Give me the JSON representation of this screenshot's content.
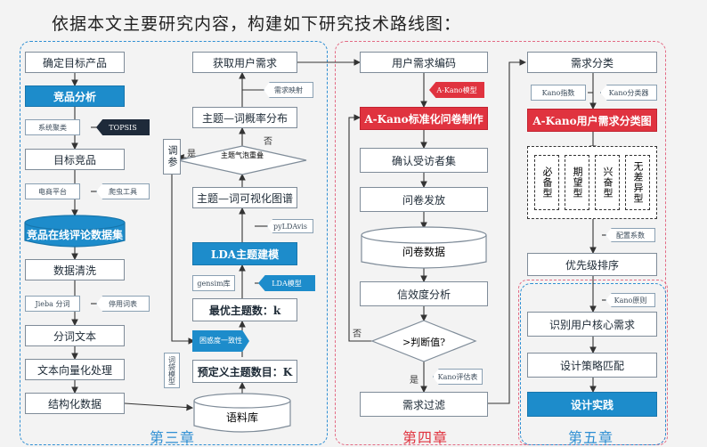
{
  "heading": "依据本文主要研究内容，构建如下研究技术路线图：",
  "chapters": {
    "ch3": "第三章",
    "ch4": "第四章",
    "ch5": "第五章"
  },
  "colors": {
    "blue": "#1d8ccb",
    "red": "#e0333f",
    "ch3": "#2f8fd3",
    "ch4": "#e36b84"
  },
  "col1": {
    "b1": "确定目标产品",
    "b2": "竞品分析",
    "t1": "系统聚类",
    "t2": "TOPSIS",
    "b3": "目标竞品",
    "t3": "电商平台",
    "t4": "爬虫工具",
    "b4": "竞品在线评论数据集",
    "b5": "数据清洗",
    "t5": "Jieba 分词",
    "t6": "停用词表",
    "b6": "分词文本",
    "b7": "文本向量化处理",
    "t7": "词袋模型",
    "b8": "结构化数据"
  },
  "col2": {
    "b1": "获取用户需求",
    "t1": "需求映射",
    "b2": "主题—词概率分布",
    "no": "否",
    "d1": "主题气泡重叠",
    "yes": "是",
    "adjust": "调参",
    "b3": "主题—词可视化图谱",
    "t2": "pyLDAvis",
    "b4": "LDA主题建模",
    "t3": "gensim库",
    "t4": "LDA模型",
    "b5": "最优主题数：k",
    "t5": "困惑度一致性",
    "b6": "预定义主题数目：K",
    "db": "语料库"
  },
  "col3": {
    "b1": "用户需求编码",
    "t1": "A-Kano模型",
    "b2": "A-Kano标准化问卷制作",
    "b3": "确认受访者集",
    "b4": "问卷发放",
    "db": "问卷数据",
    "b5": "信效度分析",
    "no": "否",
    "d1": ">判断值?",
    "yes": "是",
    "t2": "Kano评估表",
    "b6": "需求过滤"
  },
  "col4": {
    "b1": "需求分类",
    "t1": "Kano指数",
    "t2": "Kano分类器",
    "b2": "A-Kano用户需求分类图",
    "types": [
      "必备型",
      "期望型",
      "兴奋型",
      "无差异型"
    ],
    "t3": "配置系数",
    "b3": "优先级排序",
    "t4": "Kano原则",
    "b4": "识别用户核心需求",
    "b5": "设计策略匹配",
    "b6": "设计实践"
  }
}
